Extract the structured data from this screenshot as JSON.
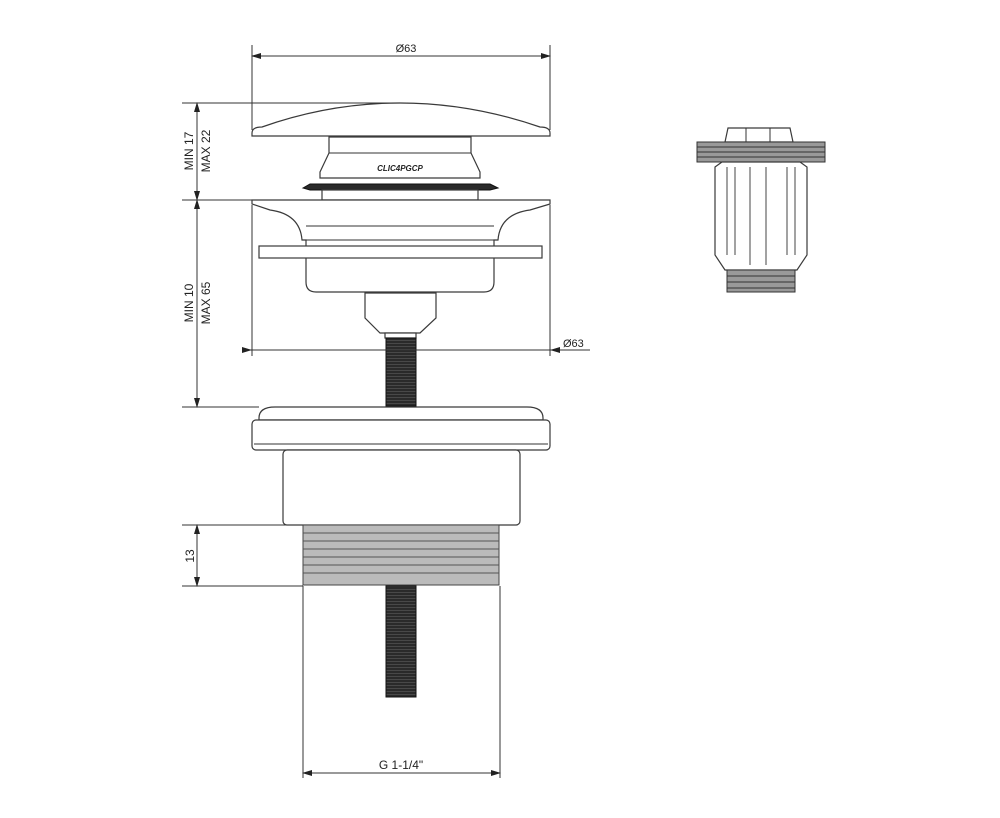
{
  "drawing": {
    "dimensions": {
      "cap_diameter": "Ø63",
      "flange_diameter": "Ø63",
      "cap_height_min": "MIN 17",
      "cap_height_max": "MAX 22",
      "body_height_min": "MIN 10",
      "body_height_max": "MAX 65",
      "thread_length": "13",
      "thread_size": "G 1-1/4\""
    },
    "part_label": "CLIC4PGCP"
  }
}
